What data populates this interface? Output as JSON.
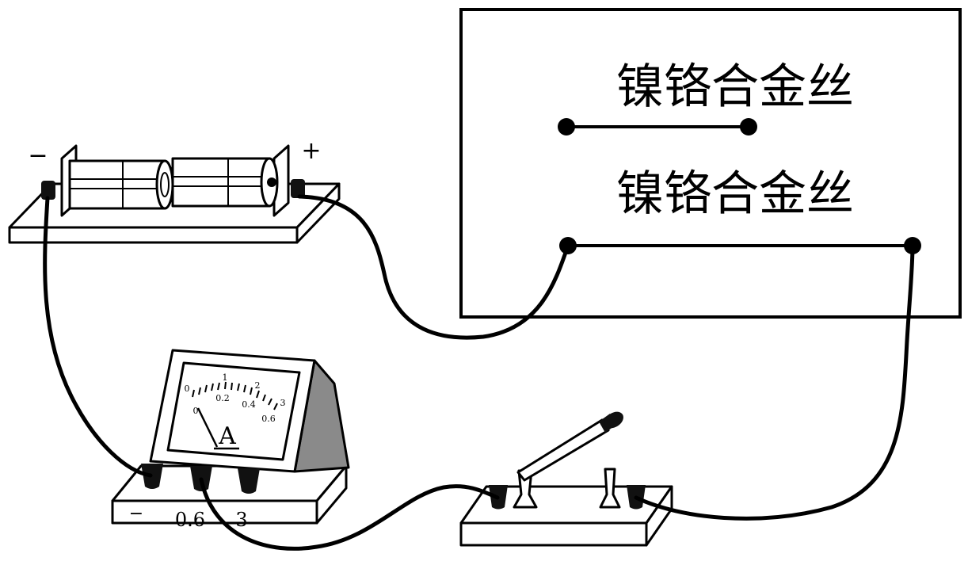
{
  "board": {
    "label_top": "镍铬合金丝",
    "label_bottom": "镍铬合金丝"
  },
  "battery": {
    "neg_sign": "−",
    "pos_sign": "+"
  },
  "ammeter": {
    "symbol": "A",
    "upper_scale": [
      "0",
      "1",
      "2",
      "3"
    ],
    "lower_scale": [
      "0",
      "0.2",
      "0.4",
      "0.6"
    ],
    "terminal_labels": [
      "−",
      "0.6",
      "3"
    ]
  },
  "colors": {
    "line": "#000000",
    "panel_gray": "#8a8a8a",
    "terminal": "#1a1a1a"
  }
}
